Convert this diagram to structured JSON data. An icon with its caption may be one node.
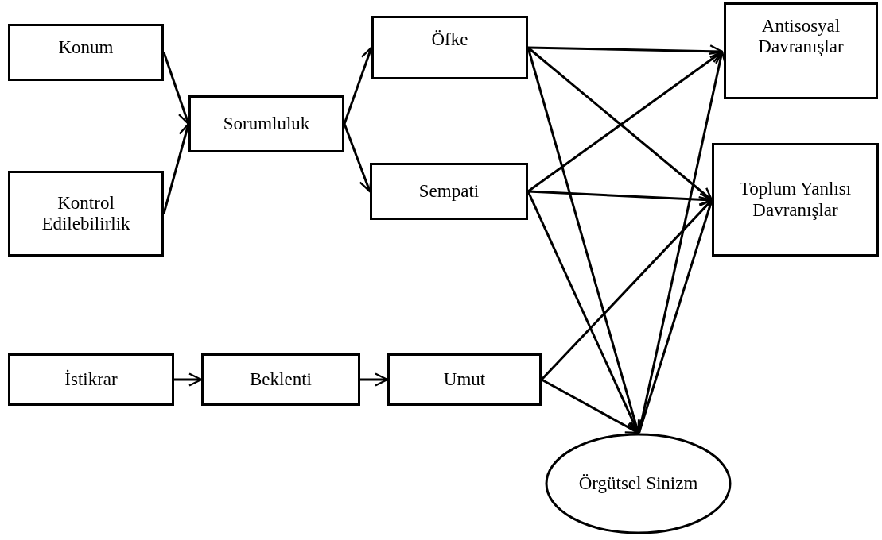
{
  "diagram": {
    "nodes": [
      {
        "text": [
          "Konum"
        ]
      },
      {
        "text": [
          "Kontrol Edilebilirlik"
        ]
      },
      {
        "text": [
          "Sorumluluk"
        ]
      },
      {
        "text": [
          "Öfke"
        ]
      },
      {
        "text": [
          "Sempati"
        ]
      },
      {
        "text": [
          "Antisosyal Davranışlar"
        ]
      },
      {
        "text": [
          "Toplum Yanlısı Davranışlar"
        ]
      },
      {
        "text": [
          "İstikrar"
        ]
      },
      {
        "text": [
          "Beklenti"
        ]
      },
      {
        "text": [
          "Umut"
        ]
      },
      {
        "text": [
          "Örgütsel Sinizm"
        ]
      }
    ],
    "edges": [
      {
        "from": 0,
        "to": 2,
        "arrow": "to"
      },
      {
        "from": 1,
        "to": 2,
        "arrow": "to"
      },
      {
        "from": 2,
        "to": 3,
        "arrow": "to"
      },
      {
        "from": 2,
        "to": 4,
        "arrow": "to"
      },
      {
        "from": 3,
        "to": 5,
        "arrow": "to"
      },
      {
        "from": 3,
        "to": 6,
        "arrow": "to"
      },
      {
        "from": 3,
        "to": 10,
        "arrow": "to"
      },
      {
        "from": 4,
        "to": 5,
        "arrow": "to"
      },
      {
        "from": 4,
        "to": 6,
        "arrow": "to"
      },
      {
        "from": 4,
        "to": 10,
        "arrow": "to"
      },
      {
        "from": 7,
        "to": 8,
        "arrow": "to"
      },
      {
        "from": 8,
        "to": 9,
        "arrow": "to"
      },
      {
        "from": 9,
        "to": 6,
        "arrow": "to"
      },
      {
        "from": 9,
        "to": 10,
        "arrow": "to"
      },
      {
        "from": 10,
        "to": 5,
        "arrow": "to"
      },
      {
        "from": 10,
        "to": 6,
        "arrow": "to"
      }
    ]
  }
}
